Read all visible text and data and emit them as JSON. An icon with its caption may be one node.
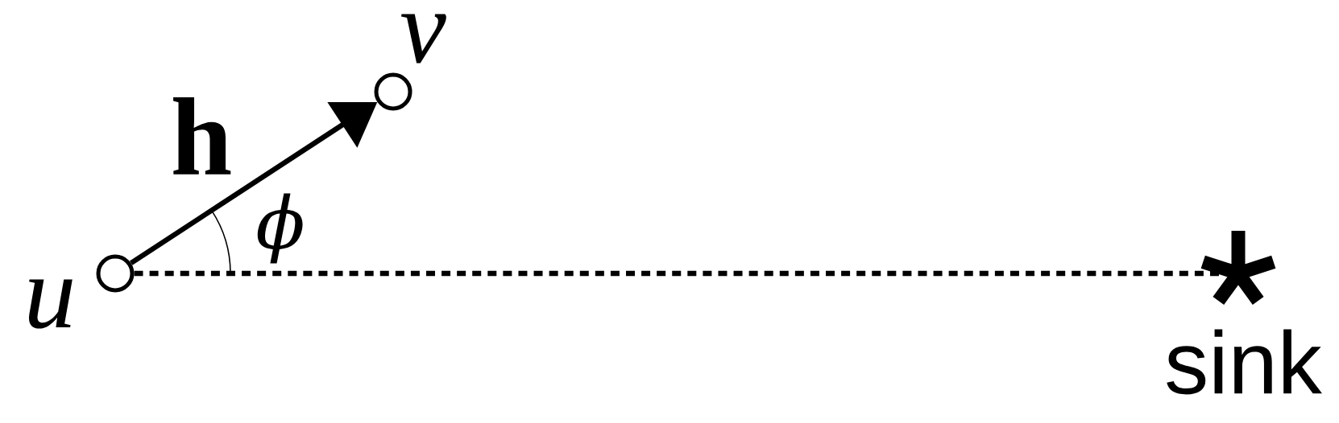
{
  "diagram": {
    "nodes": [
      {
        "text": [],
        "shape": "circle",
        "beside": [
          "u"
        ]
      },
      {
        "text": [],
        "shape": "circle",
        "beside": [
          "v"
        ]
      },
      {
        "text": [],
        "shape": "asterisk",
        "beside": [
          "sink"
        ]
      }
    ],
    "edges": [
      {
        "from": 0,
        "to": 1,
        "arrow": "to",
        "label": "h"
      },
      {
        "from": 0,
        "to": 2,
        "arrow": "none",
        "style": "dashed"
      }
    ],
    "labels": [
      "ϕ"
    ]
  }
}
